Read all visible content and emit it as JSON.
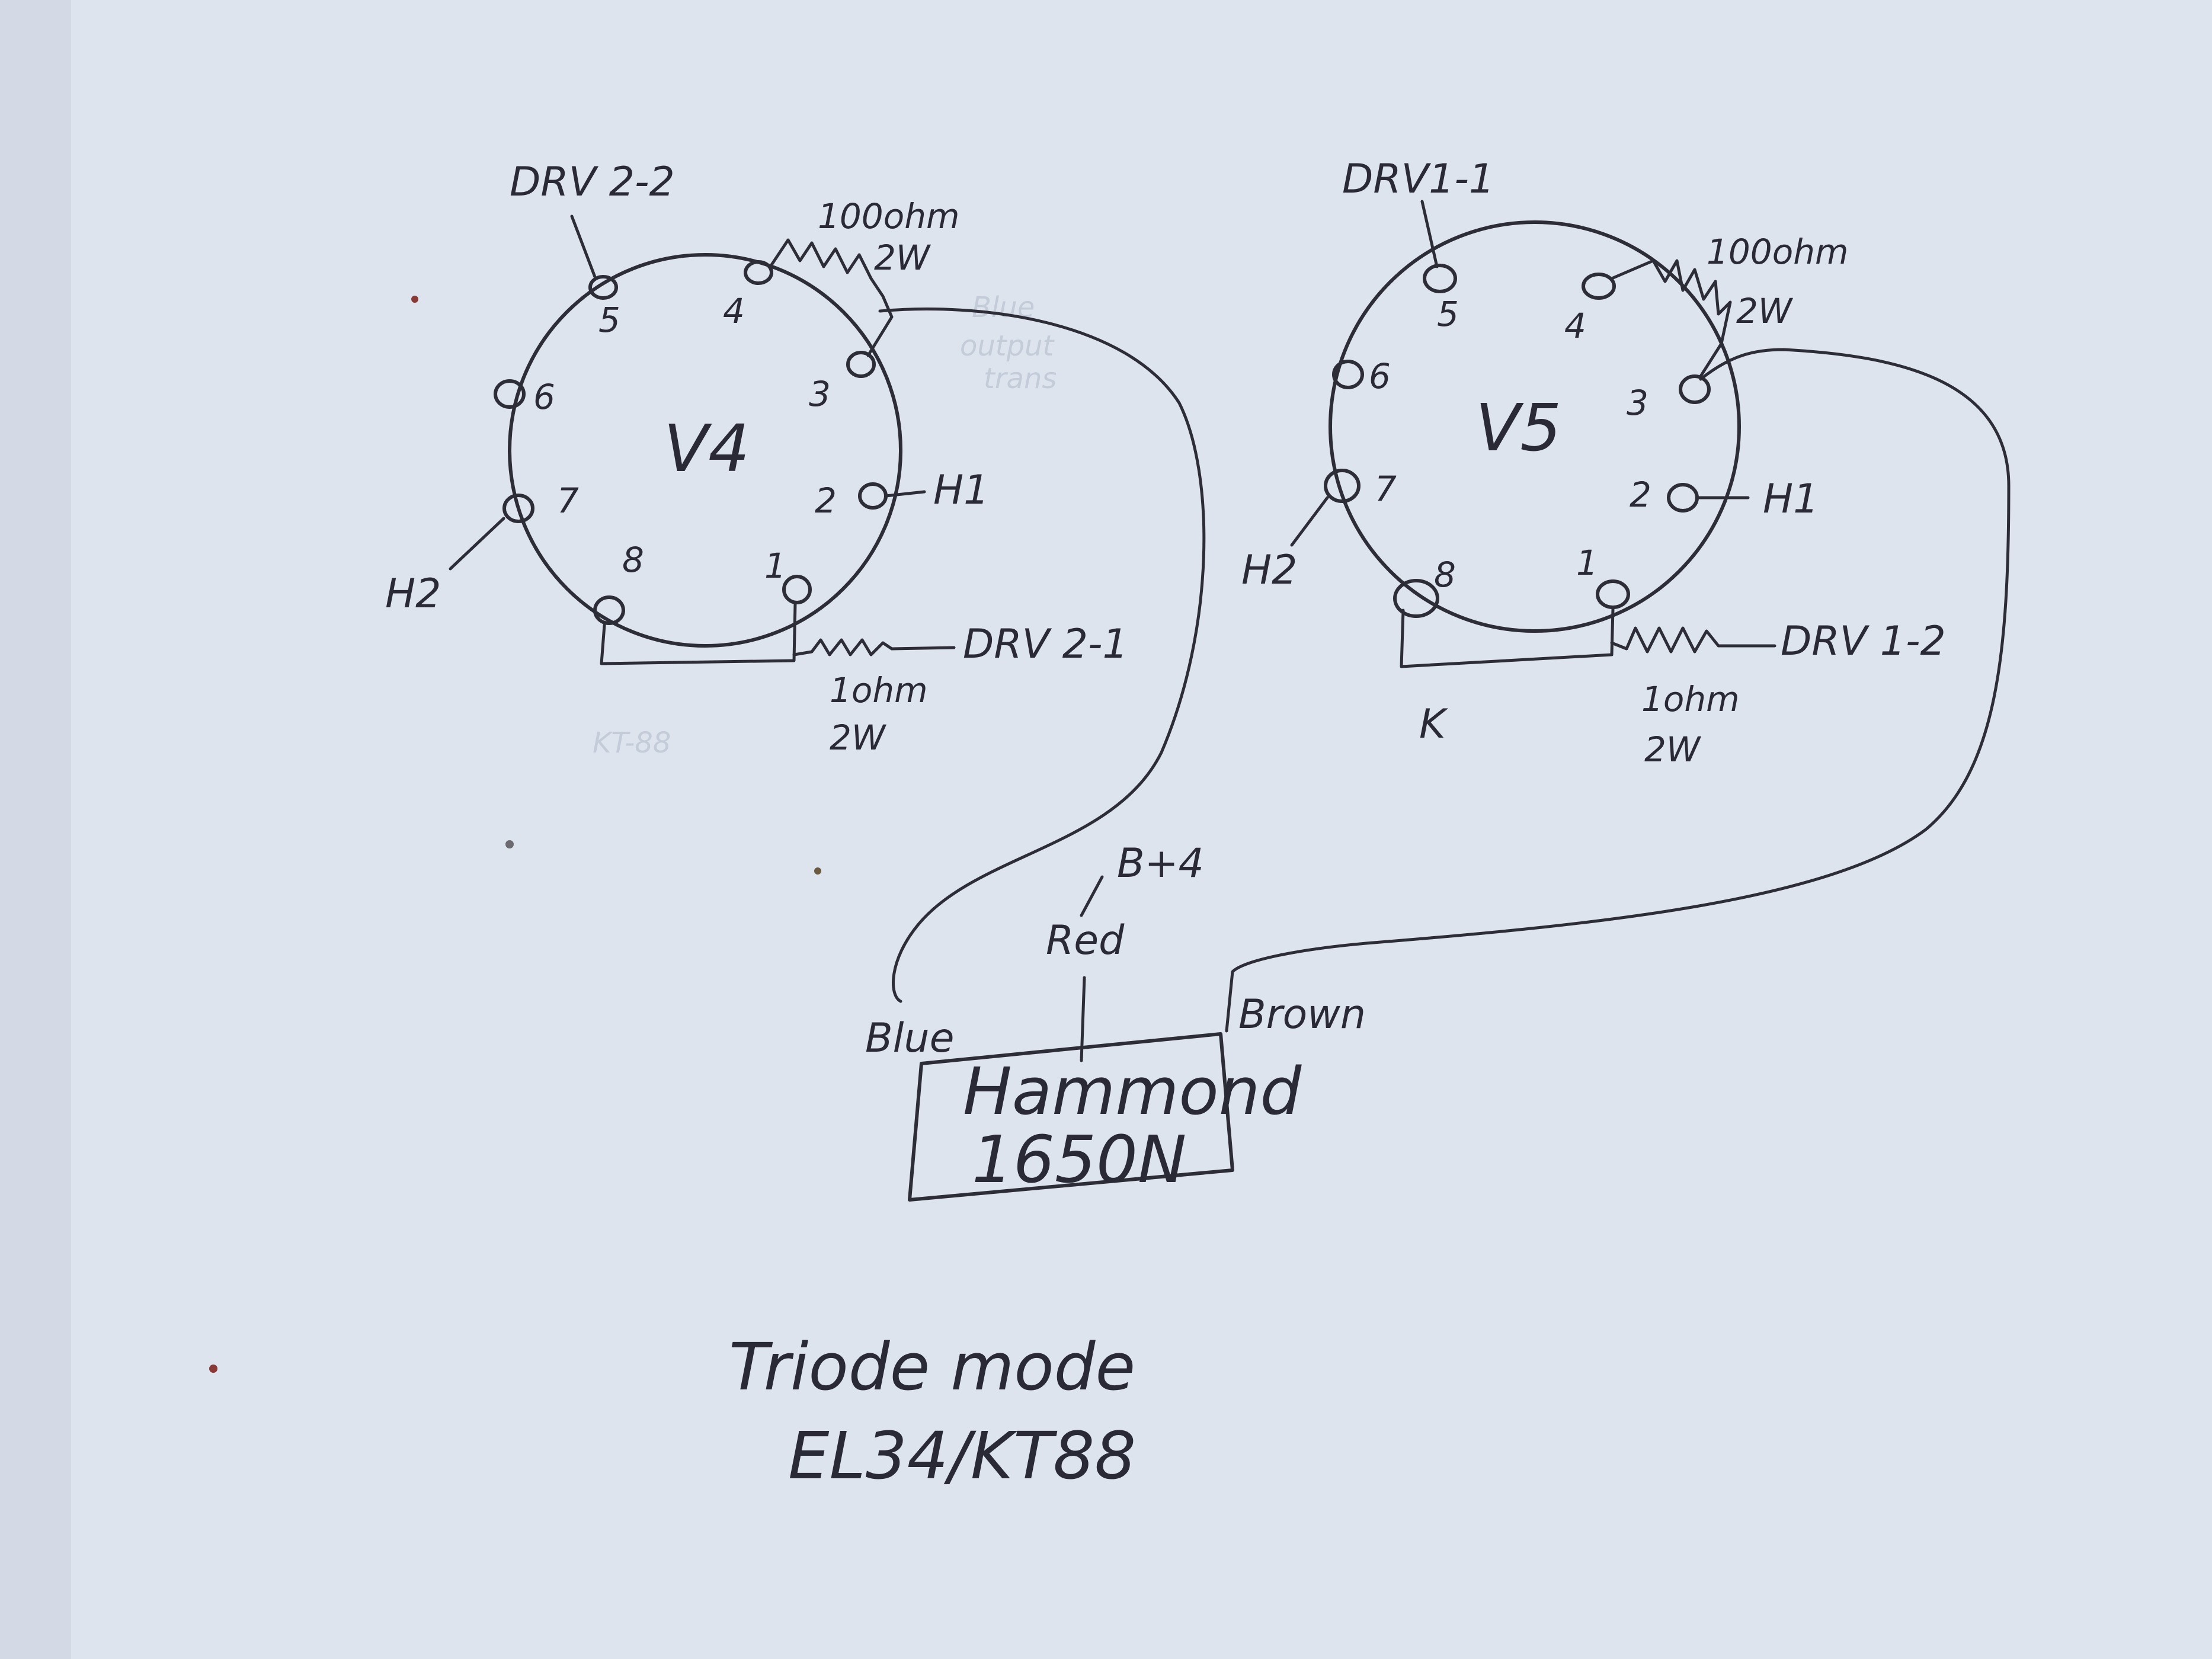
{
  "diagram": {
    "title_line1": "Triode mode",
    "title_line2": "EL34/KT88",
    "tubes": [
      {
        "name": "V4",
        "pins": [
          "1",
          "2",
          "3",
          "4",
          "5",
          "6",
          "7",
          "8"
        ],
        "pin_labels": {
          "pin5": "DRV 2-2",
          "pin2": "H1",
          "pin7": "H2",
          "pin1": "DRV 2-1"
        },
        "resistor_g2": {
          "value": "100ohm",
          "power": "2W"
        },
        "resistor_cathode": {
          "value": "1ohm",
          "power": "2W"
        },
        "ghost_text": [
          "Blue",
          "output",
          "trans"
        ],
        "ghost_text2": "KT-88"
      },
      {
        "name": "V5",
        "pins": [
          "1",
          "2",
          "3",
          "4",
          "5",
          "6",
          "7",
          "8"
        ],
        "pin_labels": {
          "pin5": "DRV1-1",
          "pin2": "H1",
          "pin7": "H2",
          "pin1": "DRV 1-2",
          "cathode": "K"
        },
        "resistor_g2": {
          "value": "100ohm",
          "power": "2W"
        },
        "resistor_cathode": {
          "value": "1ohm",
          "power": "2W"
        }
      }
    ],
    "transformer": {
      "line1": "Hammond",
      "line2": "1650N",
      "leads": {
        "left": "Blue",
        "center": "Red",
        "supply": "B+4",
        "right": "Brown"
      }
    }
  }
}
